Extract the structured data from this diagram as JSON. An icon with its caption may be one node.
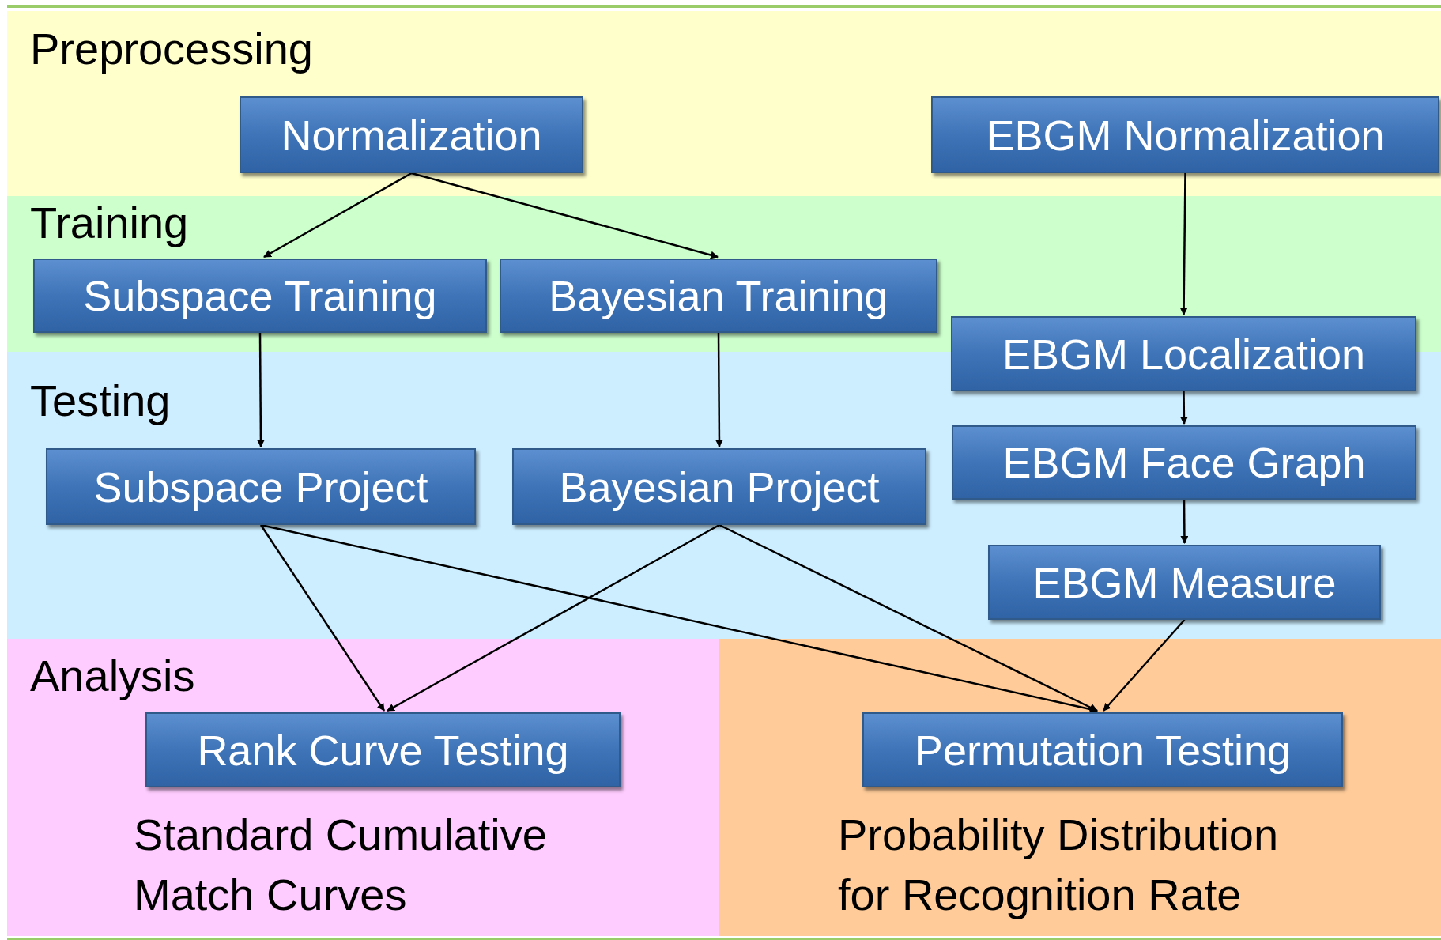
{
  "diagram": {
    "nodes": [
      {
        "text": [
          "Preprocessing"
        ]
      },
      {
        "text": [
          "Normalization"
        ],
        "in": 0
      },
      {
        "text": [
          "EBGM Normalization"
        ],
        "in": 0
      },
      {
        "text": [
          "Training"
        ]
      },
      {
        "text": [
          "Subspace Training"
        ],
        "in": 3
      },
      {
        "text": [
          "Bayesian Training"
        ],
        "in": 3
      },
      {
        "text": [
          "EBGM Localization"
        ]
      },
      {
        "text": [
          "Testing"
        ]
      },
      {
        "text": [
          "Subspace Project"
        ],
        "in": 7
      },
      {
        "text": [
          "Bayesian Project"
        ],
        "in": 7
      },
      {
        "text": [
          "EBGM Face Graph"
        ],
        "in": 7
      },
      {
        "text": [
          "EBGM Measure"
        ],
        "in": 7
      },
      {
        "text": [
          "Analysis"
        ]
      },
      {
        "text": [],
        "shape": "box"
      },
      {
        "text": [
          "Rank Curve Testing"
        ],
        "in": 12,
        "beside": [
          "Standard Cumulative Match Curves"
        ]
      },
      {
        "text": [
          "Permutation Testing"
        ],
        "in": 13,
        "beside": [
          "Probability Distribution for Recognition Rate"
        ]
      }
    ],
    "edges": [
      {
        "from": 1,
        "to": 4,
        "arrow": "to"
      },
      {
        "from": 1,
        "to": 5,
        "arrow": "to"
      },
      {
        "from": 2,
        "to": 6,
        "arrow": "to"
      },
      {
        "from": 4,
        "to": 8,
        "arrow": "to"
      },
      {
        "from": 5,
        "to": 9,
        "arrow": "to"
      },
      {
        "from": 6,
        "to": 10,
        "arrow": "to"
      },
      {
        "from": 10,
        "to": 11,
        "arrow": "to"
      },
      {
        "from": 8,
        "to": 14,
        "arrow": "to"
      },
      {
        "from": 8,
        "to": 15,
        "arrow": "to"
      },
      {
        "from": 9,
        "to": 14,
        "arrow": "to"
      },
      {
        "from": 9,
        "to": 15,
        "arrow": "to"
      },
      {
        "from": 11,
        "to": 15,
        "arrow": "to"
      }
    ]
  }
}
